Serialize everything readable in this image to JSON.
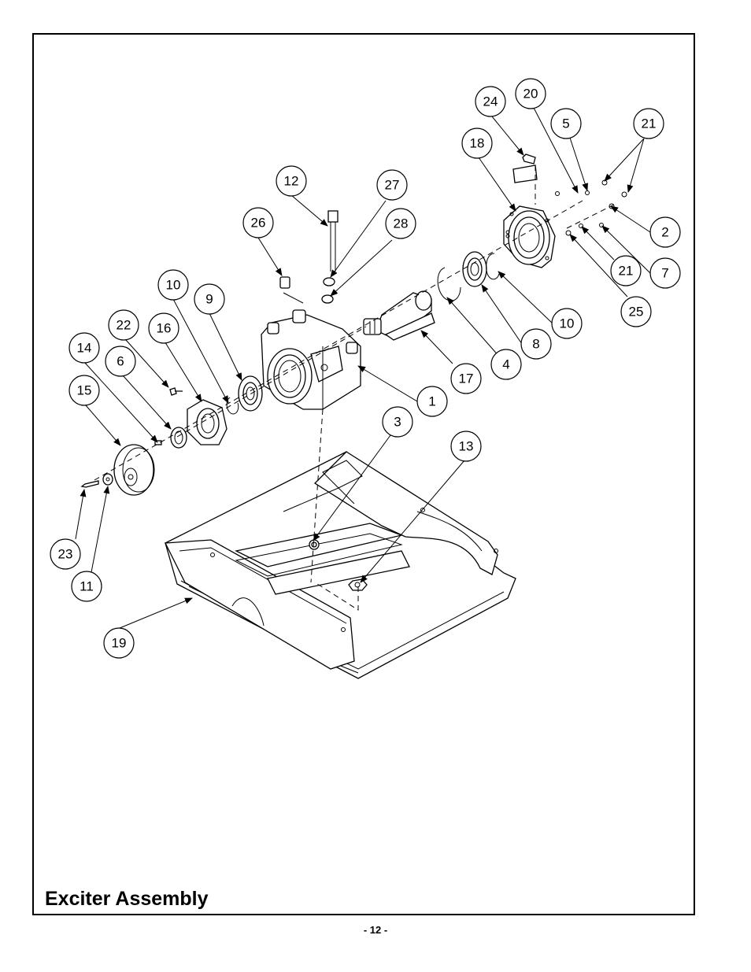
{
  "document": {
    "title": "Exciter Assembly",
    "page_number": "- 12 -"
  },
  "callouts": [
    {
      "id": "c1",
      "label": "1"
    },
    {
      "id": "c2",
      "label": "2"
    },
    {
      "id": "c3",
      "label": "3"
    },
    {
      "id": "c4",
      "label": "4"
    },
    {
      "id": "c5",
      "label": "5"
    },
    {
      "id": "c6",
      "label": "6"
    },
    {
      "id": "c7",
      "label": "7"
    },
    {
      "id": "c8",
      "label": "8"
    },
    {
      "id": "c9",
      "label": "9"
    },
    {
      "id": "c10a",
      "label": "10"
    },
    {
      "id": "c10b",
      "label": "10"
    },
    {
      "id": "c11",
      "label": "11"
    },
    {
      "id": "c12",
      "label": "12"
    },
    {
      "id": "c13",
      "label": "13"
    },
    {
      "id": "c14",
      "label": "14"
    },
    {
      "id": "c15",
      "label": "15"
    },
    {
      "id": "c16",
      "label": "16"
    },
    {
      "id": "c17",
      "label": "17"
    },
    {
      "id": "c18",
      "label": "18"
    },
    {
      "id": "c19",
      "label": "19"
    },
    {
      "id": "c20",
      "label": "20"
    },
    {
      "id": "c21a",
      "label": "21"
    },
    {
      "id": "c21b",
      "label": "21"
    },
    {
      "id": "c22",
      "label": "22"
    },
    {
      "id": "c23",
      "label": "23"
    },
    {
      "id": "c24",
      "label": "24"
    },
    {
      "id": "c25",
      "label": "25"
    },
    {
      "id": "c26",
      "label": "26"
    },
    {
      "id": "c27",
      "label": "27"
    },
    {
      "id": "c28",
      "label": "28"
    }
  ]
}
